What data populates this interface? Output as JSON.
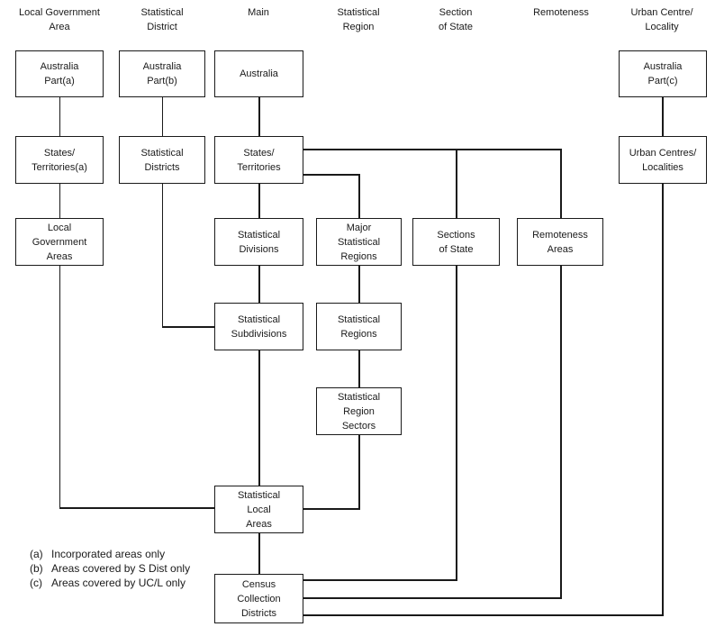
{
  "diagram": {
    "columns": [
      {
        "header_lines": [
          "Local Government",
          "Area"
        ]
      },
      {
        "header_lines": [
          "Statistical",
          "District"
        ]
      },
      {
        "header_lines": [
          "Main"
        ]
      },
      {
        "header_lines": [
          "Statistical",
          "Region"
        ]
      },
      {
        "header_lines": [
          "Section",
          "of State"
        ]
      },
      {
        "header_lines": [
          "Remoteness"
        ]
      },
      {
        "header_lines": [
          "Urban Centre/",
          "Locality"
        ]
      }
    ],
    "boxes": [
      {
        "id": "australia-part-a",
        "lines": [
          "Australia",
          "Part(a)"
        ]
      },
      {
        "id": "australia-part-b",
        "lines": [
          "Australia",
          "Part(b)"
        ]
      },
      {
        "id": "australia",
        "lines": [
          "Australia"
        ]
      },
      {
        "id": "australia-part-c",
        "lines": [
          "Australia",
          "Part(c)"
        ]
      },
      {
        "id": "states-territories-a",
        "lines": [
          "States/",
          "Territories(a)"
        ]
      },
      {
        "id": "statistical-districts",
        "lines": [
          "Statistical",
          "Districts"
        ]
      },
      {
        "id": "states-territories",
        "lines": [
          "States/",
          "Territories"
        ]
      },
      {
        "id": "urban-centres-localities",
        "lines": [
          "Urban Centres/",
          "Localities"
        ]
      },
      {
        "id": "local-government-areas",
        "lines": [
          "Local",
          "Government",
          "Areas"
        ]
      },
      {
        "id": "statistical-divisions",
        "lines": [
          "Statistical",
          "Divisions"
        ]
      },
      {
        "id": "major-statistical-regions",
        "lines": [
          "Major",
          "Statistical",
          "Regions"
        ]
      },
      {
        "id": "sections-of-state",
        "lines": [
          "Sections",
          "of State"
        ]
      },
      {
        "id": "remoteness-areas",
        "lines": [
          "Remoteness",
          "Areas"
        ]
      },
      {
        "id": "statistical-subdivisions",
        "lines": [
          "Statistical",
          "Subdivisions"
        ]
      },
      {
        "id": "statistical-regions",
        "lines": [
          "Statistical",
          "Regions"
        ]
      },
      {
        "id": "statistical-region-sectors",
        "lines": [
          "Statistical",
          "Region",
          "Sectors"
        ]
      },
      {
        "id": "statistical-local-areas",
        "lines": [
          "Statistical",
          "Local",
          "Areas"
        ]
      },
      {
        "id": "census-collection-districts",
        "lines": [
          "Census",
          "Collection",
          "Districts"
        ]
      }
    ],
    "connections": [
      [
        "australia-part-a",
        "states-territories-a"
      ],
      [
        "states-territories-a",
        "local-government-areas"
      ],
      [
        "local-government-areas",
        "statistical-local-areas"
      ],
      [
        "australia-part-b",
        "statistical-districts"
      ],
      [
        "statistical-districts",
        "statistical-subdivisions"
      ],
      [
        "australia",
        "states-territories"
      ],
      [
        "states-territories",
        "statistical-divisions"
      ],
      [
        "states-territories",
        "major-statistical-regions"
      ],
      [
        "states-territories",
        "sections-of-state"
      ],
      [
        "states-territories",
        "remoteness-areas"
      ],
      [
        "statistical-divisions",
        "statistical-subdivisions"
      ],
      [
        "statistical-subdivisions",
        "statistical-local-areas"
      ],
      [
        "major-statistical-regions",
        "statistical-regions"
      ],
      [
        "statistical-regions",
        "statistical-region-sectors"
      ],
      [
        "statistical-region-sectors",
        "statistical-local-areas"
      ],
      [
        "statistical-local-areas",
        "census-collection-districts"
      ],
      [
        "sections-of-state",
        "census-collection-districts"
      ],
      [
        "remoteness-areas",
        "census-collection-districts"
      ],
      [
        "australia-part-c",
        "urban-centres-localities"
      ],
      [
        "urban-centres-localities",
        "census-collection-districts"
      ]
    ],
    "footnotes": [
      {
        "marker": "(a)",
        "text": "Incorporated areas only"
      },
      {
        "marker": "(b)",
        "text": "Areas covered by S Dist only"
      },
      {
        "marker": "(c)",
        "text": "Areas covered by UC/L only"
      }
    ],
    "colors": {
      "line": "#1a1a1a",
      "text": "#1a1a1a",
      "background": "#ffffff"
    }
  }
}
